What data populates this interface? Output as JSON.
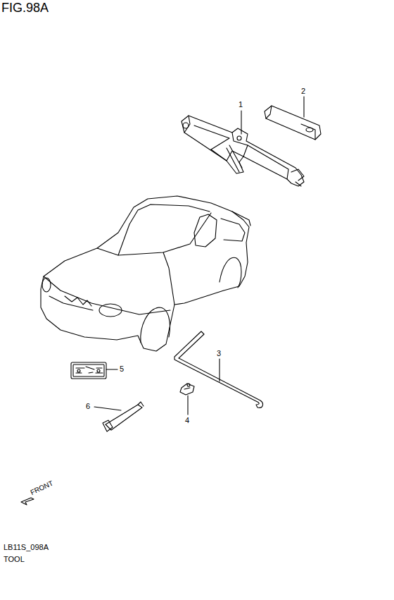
{
  "diagram": {
    "title": "FIG.98A",
    "labels": [
      "1",
      "2",
      "3",
      "4",
      "5",
      "6",
      "FRONT",
      "LB11S_098A",
      "TOOL"
    ]
  }
}
